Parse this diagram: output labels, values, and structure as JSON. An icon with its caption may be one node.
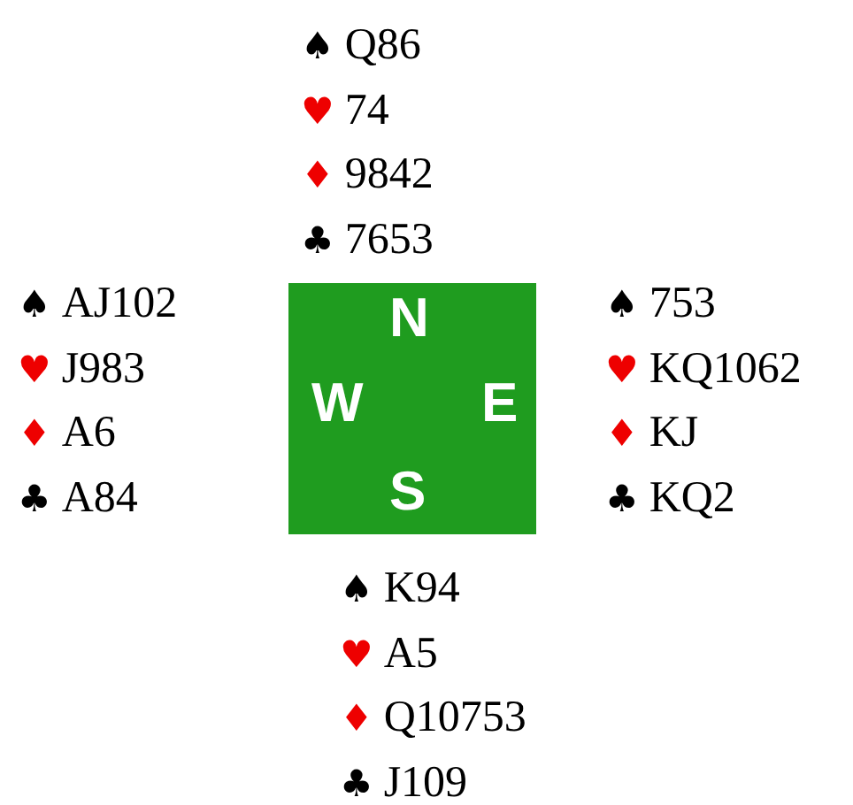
{
  "diagram": {
    "nodes": [
      {
        "text": [
          "N",
          "W",
          "E",
          "S"
        ]
      }
    ],
    "labels": [
      "♠ Q86",
      "♥ 74",
      "♦ 9842",
      "♣ 7653",
      "♠ AJ102",
      "♥ J983",
      "♦ A6",
      "♣ A84",
      "♠ 753",
      "♥ KQ1062",
      "♦ KJ",
      "♣ KQ2",
      "♠ K94",
      "♥ A5",
      "♦ Q10753",
      "♣ J109"
    ]
  }
}
